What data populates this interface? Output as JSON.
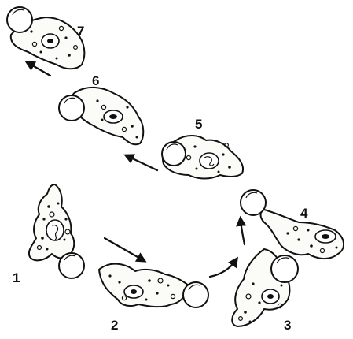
{
  "figure": {
    "stage_labels": [
      "1",
      "2",
      "3",
      "4",
      "5",
      "6",
      "7"
    ]
  },
  "colors": {
    "ink": "#111111",
    "background": "#ffffff",
    "cell_fill": "#fbfbf7"
  }
}
